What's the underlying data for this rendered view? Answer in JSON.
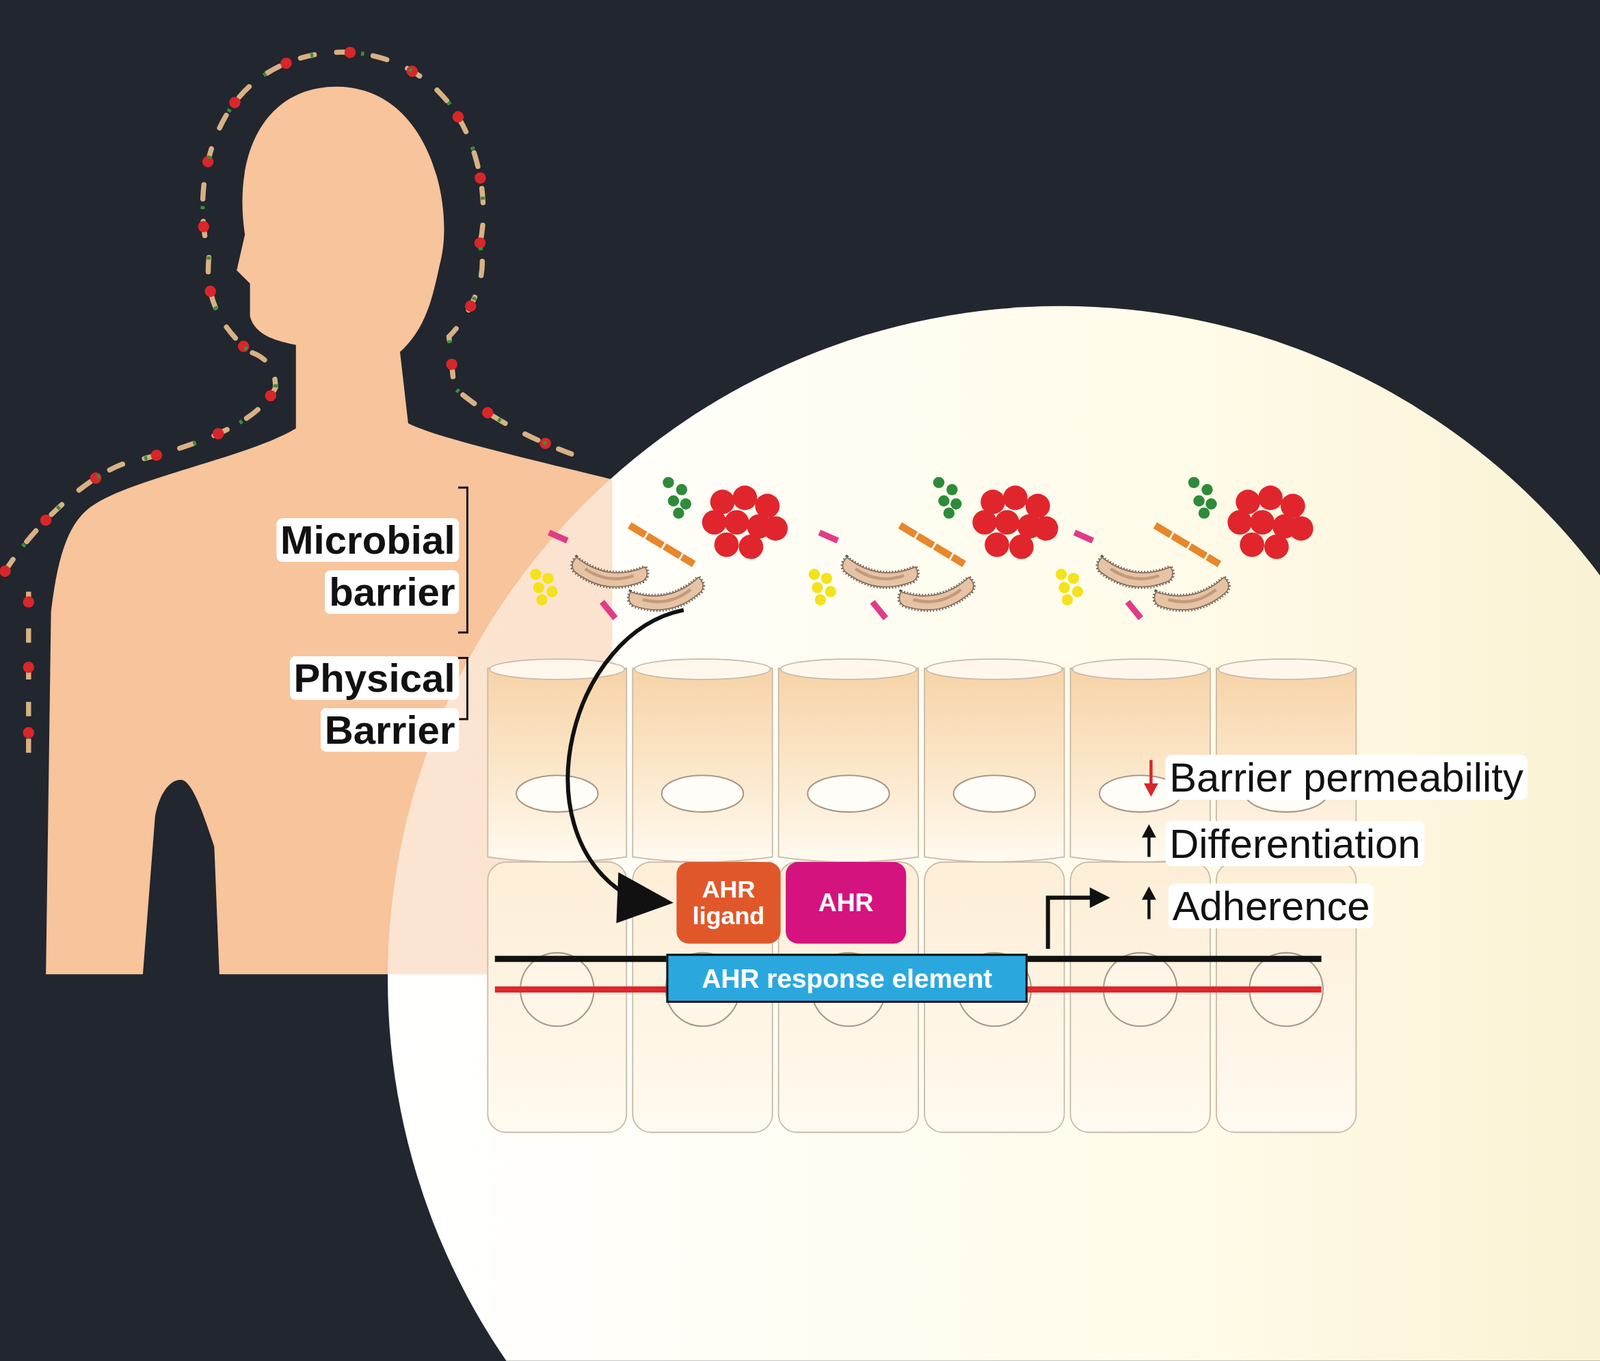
{
  "diagram": {
    "nodes": [
      {
        "text": [
          "AHR ligand"
        ]
      },
      {
        "text": [
          "AHR"
        ]
      },
      {
        "text": [
          "AHR response element"
        ]
      }
    ],
    "labels": [
      "Microbial barrier",
      "Physical Barrier",
      "Barrier permeability",
      "Differentiation",
      "Adherence"
    ]
  }
}
